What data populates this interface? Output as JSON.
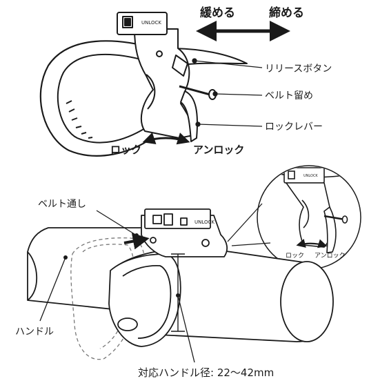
{
  "top": {
    "loosen": "緩める",
    "tighten": "締める",
    "release_button": "リリースボタン",
    "belt_stop": "ベルト留め",
    "lock_lever": "ロックレバー",
    "lock": "ロック",
    "unlock": "アンロック",
    "device_unlock_text": "UNLOCK"
  },
  "bottom": {
    "belt_through": "ベルト通し",
    "handle": "ハンドル",
    "handle_diameter": "対応ハンドル径: 22～42mm",
    "device_unlock_text": "UNLOCK"
  },
  "inset": {
    "lock": "ロック",
    "unlock": "アンロック",
    "device_unlock_text": "UNLOCK"
  }
}
